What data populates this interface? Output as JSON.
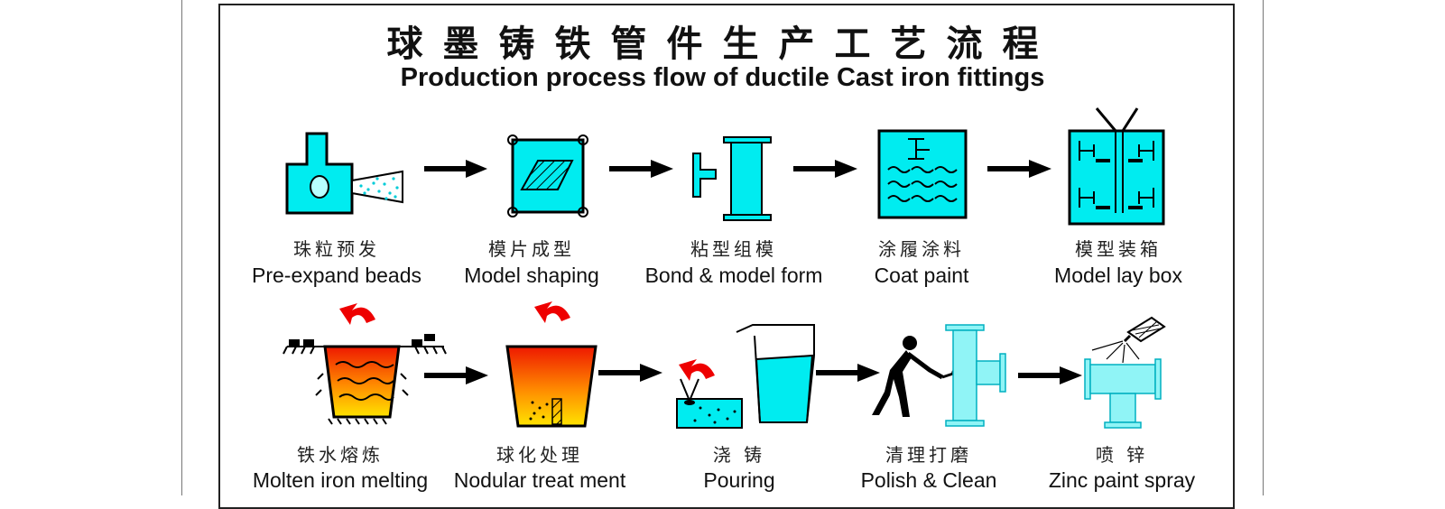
{
  "title_cn": "球墨铸铁管件生产工艺流程",
  "title_en": "Production process flow of ductile Cast iron fittings",
  "colors": {
    "cyan": "#00ecf0",
    "red": "#ee0000",
    "orange": "#ff8c00",
    "yellow": "#ffe000",
    "black": "#000000"
  },
  "row1": [
    {
      "cn": "珠粒预发",
      "en": "Pre-expand beads"
    },
    {
      "cn": "模片成型",
      "en": "Model shaping"
    },
    {
      "cn": "粘型组模",
      "en": "Bond & model form"
    },
    {
      "cn": "涂履涂料",
      "en": "Coat paint"
    },
    {
      "cn": "模型装箱",
      "en": "Model lay box"
    }
  ],
  "row2": [
    {
      "cn": "铁水熔炼",
      "en": "Molten iron melting"
    },
    {
      "cn": "球化处理",
      "en": "Nodular treat ment"
    },
    {
      "cn": "浇 铸",
      "en": "Pouring"
    },
    {
      "cn": "清理打磨",
      "en": "Polish & Clean"
    },
    {
      "cn": "喷 锌",
      "en": "Zinc paint spray"
    }
  ],
  "icons": [
    "pre-expander-icon",
    "mold-press-icon",
    "bonding-icon",
    "coating-tank-icon",
    "lay-box-icon",
    "melting-furnace-icon",
    "nodular-ladle-icon",
    "pouring-ladle-icon",
    "grinding-worker-icon",
    "zinc-spray-icon"
  ]
}
